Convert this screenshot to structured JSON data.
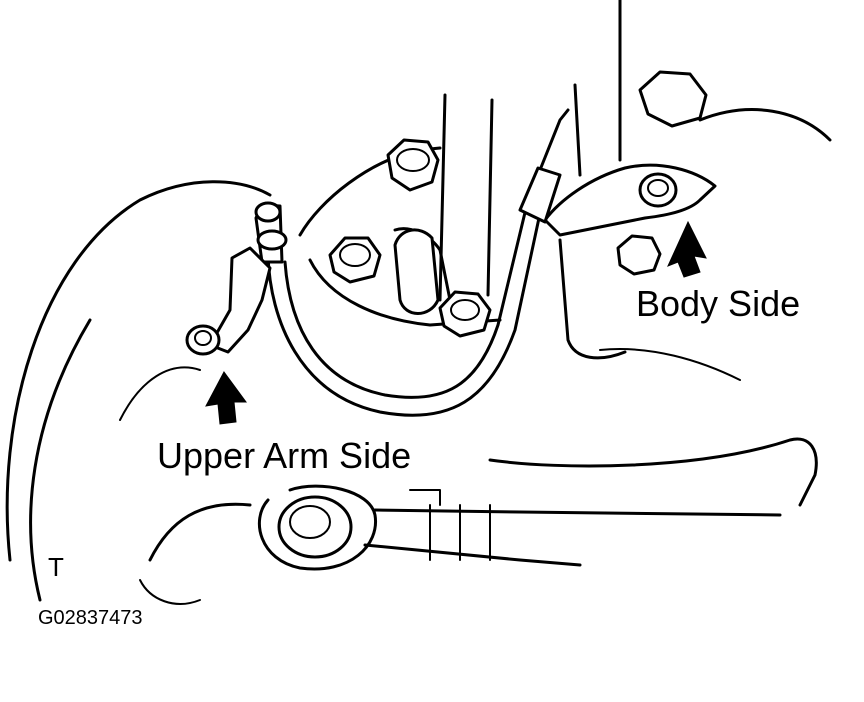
{
  "labels": {
    "body_side": "Body Side",
    "upper_arm_side": "Upper Arm Side",
    "view_marker": "T",
    "figure_code": "G02837473"
  },
  "icons": {
    "body_arrow": "arrow-up-icon",
    "upper_arm_arrow": "arrow-up-icon"
  },
  "colors": {
    "line": "#000000",
    "background": "#ffffff"
  }
}
